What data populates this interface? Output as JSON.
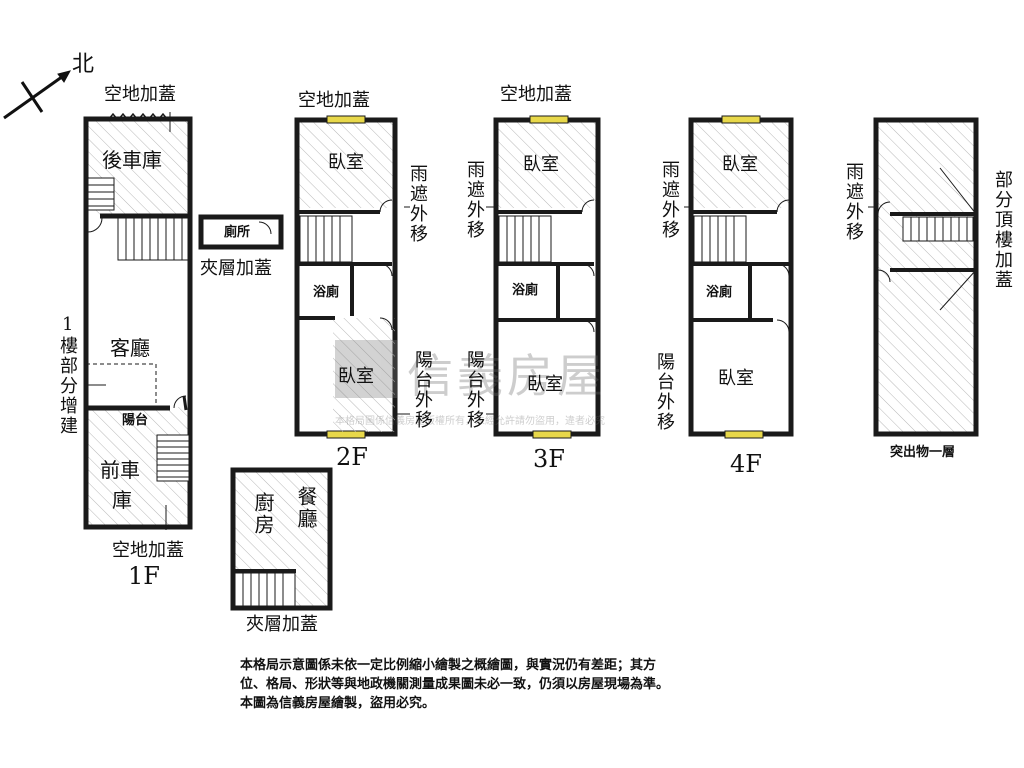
{
  "compass": {
    "north": "北"
  },
  "labels": {
    "f1_top_roof": "空地加蓋",
    "f1_rear_garage": "後車庫",
    "f1_living": "客廳",
    "f1_balcony": "陽台",
    "f1_front_garage_a": "前車",
    "f1_front_garage_b": "庫",
    "f1_bottom_roof": "空地加蓋",
    "f1_ext_number": "1",
    "f1_ext_text": "樓部分增建",
    "mezz_top_wc": "廁所",
    "mezz_top_label": "夾層加蓋",
    "mezz_bottom_kitchen": "廚房",
    "mezz_bottom_dining": "餐廳",
    "mezz_bottom_label": "夾層加蓋",
    "f2_roof": "空地加蓋",
    "f2_bed_rear": "臥室",
    "f2_rain": "雨遮外移",
    "f2_bath": "浴廁",
    "f2_bed_front": "臥室",
    "f2_balcony": "陽台外移",
    "f3_roof": "空地加蓋",
    "f3_rain": "雨遮外移",
    "f3_bed_rear": "臥室",
    "f3_bath": "浴廁",
    "f3_balcony": "陽台外移",
    "f3_bed_front": "臥室",
    "f4_rain": "雨遮外移",
    "f4_bed_rear": "臥室",
    "f4_bath": "浴廁",
    "f4_balcony": "陽台外移",
    "f4_bed_front": "臥室",
    "roof_rain": "雨遮外移",
    "roof_partial": "部分頂樓加蓋",
    "roof_caption": "突出物一層"
  },
  "floors": {
    "f1": "1F",
    "f2": "2F",
    "f3": "3F",
    "f4": "4F"
  },
  "watermark": {
    "brand": "信義房屋",
    "notice": "本格局圖係信義房屋版權所有，未經允許請勿盜用，違者必究"
  },
  "disclaimer": [
    "本格局示意圖係未依一定比例縮小繪製之概繪圖，與實況仍有差距；其方",
    "位、格局、形狀等與地政機關測量成果圖未必一致，仍須以房屋現場為準。",
    "本圖為信義房屋繪製，盜用必究。"
  ],
  "colors": {
    "wall": "#1a1a1a",
    "hatch": "#b5b5b5",
    "window": "#e8d84a",
    "watermark": "#6b6b6b"
  }
}
